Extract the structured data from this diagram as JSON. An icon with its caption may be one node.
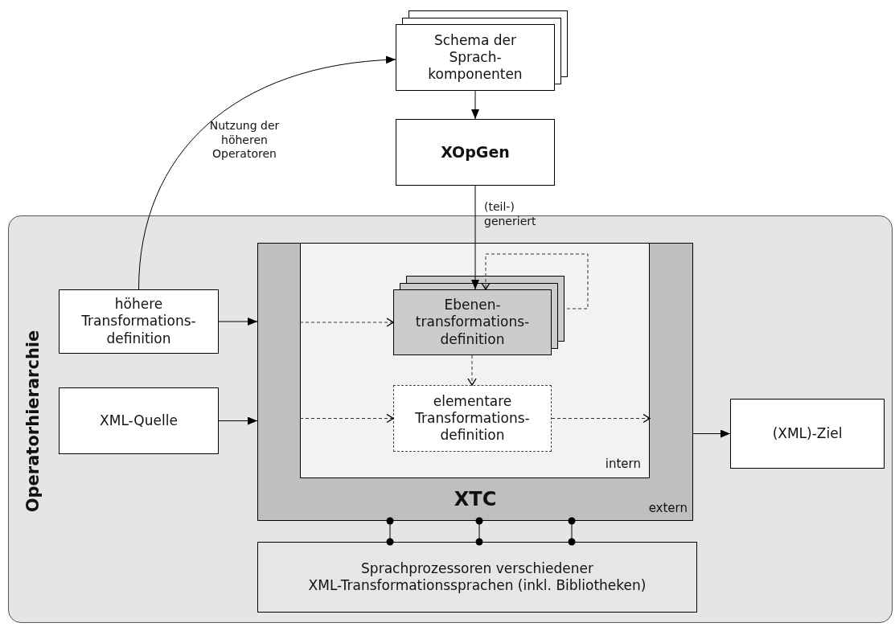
{
  "diagram": {
    "nodes": [
      {
        "text": [
          "Schema der Sprach- komponenten"
        ]
      },
      {
        "text": [
          "XOpGen"
        ]
      },
      {
        "text": [
          "Operatorhierarchie"
        ]
      },
      {
        "text": [
          "höhere Transformations- definition"
        ],
        "in": 2
      },
      {
        "text": [
          "XML-Quelle"
        ],
        "in": 2
      },
      {
        "text": [
          "XTC",
          "extern"
        ],
        "in": 2
      },
      {
        "text": [
          "intern"
        ],
        "in": 5
      },
      {
        "text": [
          "Ebenen- transformations- definition"
        ],
        "in": 6
      },
      {
        "text": [
          "elementare Transformations- definition"
        ],
        "in": 6
      },
      {
        "text": [
          "(XML)-Ziel"
        ],
        "in": 2
      },
      {
        "text": [
          "Sprachprozessoren verschiedener XML-Transformationssprachen (inkl. Bibliotheken)"
        ],
        "in": 2
      }
    ],
    "edges": [
      {
        "from": 0,
        "to": 1,
        "arrow": "to"
      },
      {
        "from": 3,
        "to": 0,
        "arrow": "to",
        "label": "Nutzung der höheren Operatoren"
      },
      {
        "from": 1,
        "to": 7,
        "arrow": "to",
        "label": "(teil-) generiert"
      },
      {
        "from": 7,
        "to": 7,
        "arrow": "to",
        "style": "dashed"
      },
      {
        "from": 3,
        "to": 5,
        "arrow": "to"
      },
      {
        "from": 4,
        "to": 5,
        "arrow": "to"
      },
      {
        "from": 5,
        "to": 7,
        "arrow": "to",
        "style": "dashed"
      },
      {
        "from": 5,
        "to": 8,
        "arrow": "to",
        "style": "dashed"
      },
      {
        "from": 7,
        "to": 8,
        "arrow": "to",
        "style": "dashed"
      },
      {
        "from": 8,
        "to": 5,
        "arrow": "to",
        "style": "dashed"
      },
      {
        "from": 5,
        "to": 9,
        "arrow": "to"
      },
      {
        "from": 5,
        "to": 10,
        "arrow": "other"
      },
      {
        "from": 5,
        "to": 10,
        "arrow": "other"
      },
      {
        "from": 5,
        "to": 10,
        "arrow": "other"
      }
    ]
  }
}
